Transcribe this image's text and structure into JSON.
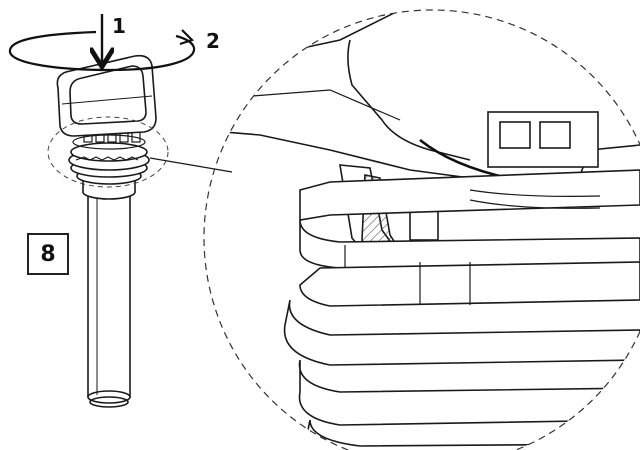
{
  "labels": {
    "step_press": "1",
    "step_rotate": "2",
    "figure_number": "8"
  },
  "colors": {
    "line": "#1a1a1a",
    "hatch": "#555555",
    "background": "#ffffff"
  }
}
